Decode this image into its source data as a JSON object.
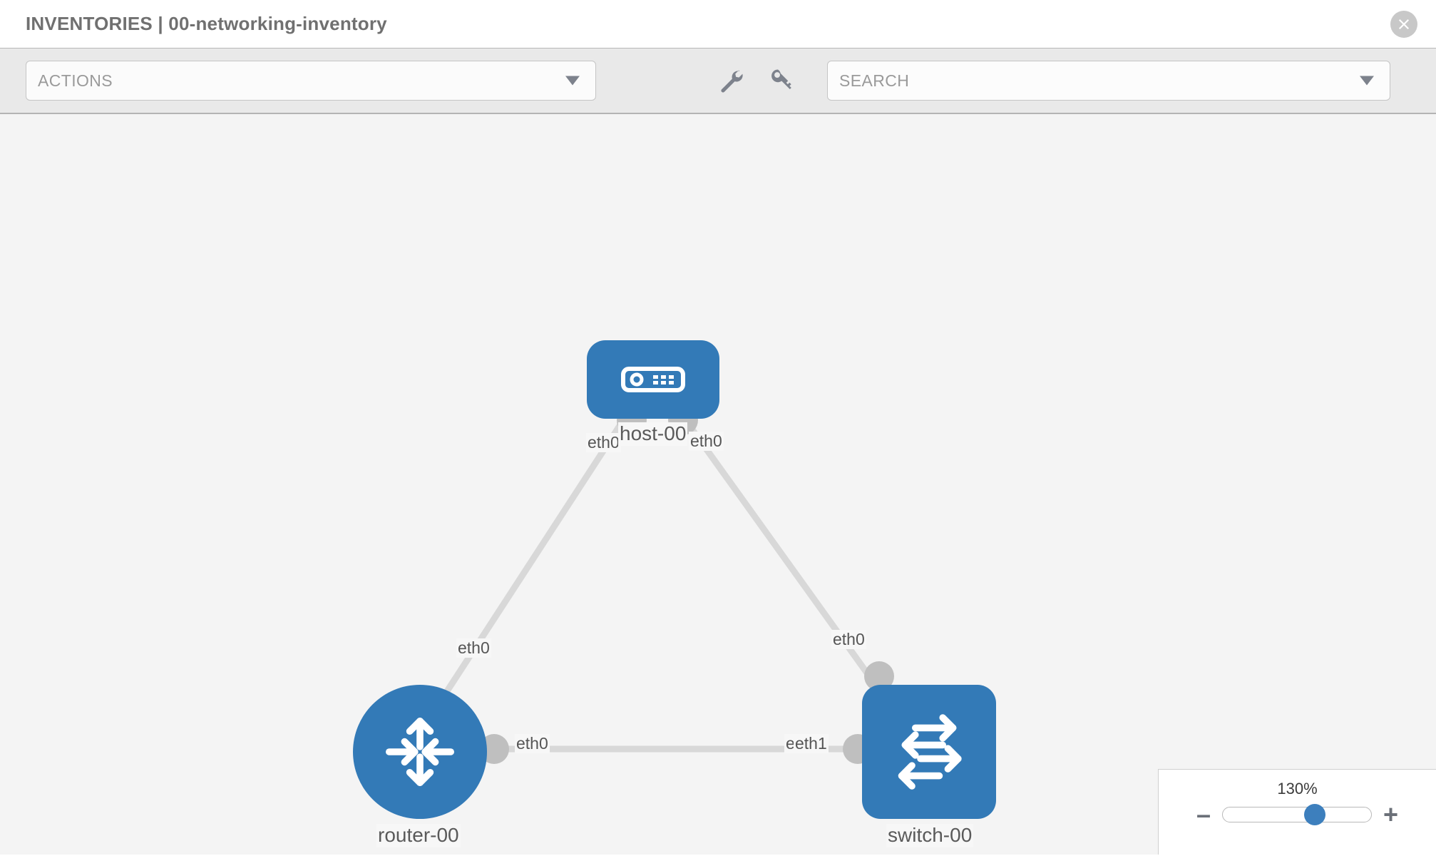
{
  "header": {
    "title": "INVENTORIES | 00-networking-inventory",
    "close_icon": "close-circle-icon"
  },
  "toolbar": {
    "actions_label": "ACTIONS",
    "actions_caret_icon": "chevron-down-icon",
    "wrench_icon": "wrench-icon",
    "key_icon": "key-icon",
    "search_placeholder": "SEARCH",
    "search_value": "",
    "search_caret_icon": "chevron-down-icon"
  },
  "topology": {
    "nodes": [
      {
        "id": "host-00",
        "label": "host-00",
        "icon": "server-icon",
        "shape": "rounded-rect",
        "color": "#337ab7"
      },
      {
        "id": "router-00",
        "label": "router-00",
        "icon": "router-icon",
        "shape": "circle",
        "color": "#337ab7"
      },
      {
        "id": "switch-00",
        "label": "switch-00",
        "icon": "switch-icon",
        "shape": "rounded-square",
        "color": "#337ab7"
      }
    ],
    "edges": [
      {
        "from": "host-00",
        "to": "router-00",
        "from_label": "eth0",
        "to_label": "eth0"
      },
      {
        "from": "host-00",
        "to": "switch-00",
        "from_label": "eth0",
        "to_label": "eth0"
      },
      {
        "from": "router-00",
        "to": "switch-00",
        "from_label": "eth0",
        "to_label": "eth1",
        "overlap_label": "eth0"
      }
    ],
    "interface_labels": {
      "host_left": "eth0",
      "host_right": "eth0",
      "router_up": "eth0",
      "switch_up": "eth0",
      "router_right": "eth0",
      "switch_left_hidden": "eth",
      "switch_left": "eth1"
    },
    "edge_color": "#d8d8d8",
    "endpoint_color": "#bfbfbf",
    "background": "#f4f4f4"
  },
  "zoom": {
    "level": "130%",
    "minus_label": "–",
    "plus_label": "+",
    "slider_percent": 62
  }
}
